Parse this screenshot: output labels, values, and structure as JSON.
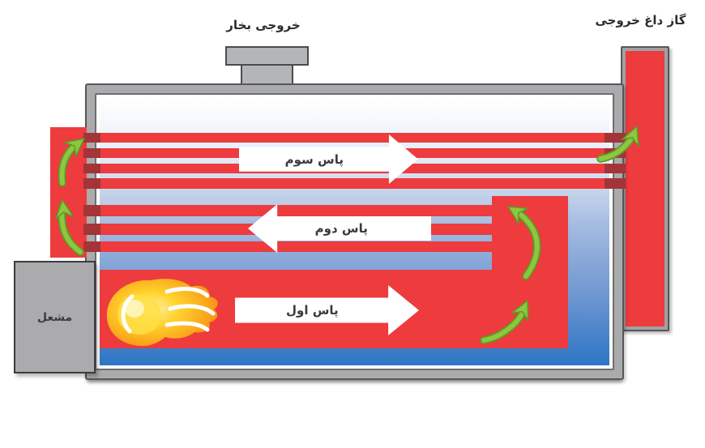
{
  "diagram": {
    "steam_outlet_label": "خروجی بخار",
    "exit_gas_label": "گاز داغ خروجی",
    "burner_label": "مشعل",
    "pass1_label": "پاس اول",
    "pass2_label": "پاس دوم",
    "pass3_label": "پاس سوم"
  },
  "colors": {
    "hot_gas_red": "#ed3b3e",
    "shell_gray": "#aaabad",
    "interior_top": "#ffffff",
    "water_blue_bottom": "#2d76c6",
    "flow_arrow_green": "#8dc63f",
    "flame_orange": "#f58220",
    "flame_yellow": "#ffd42e"
  }
}
